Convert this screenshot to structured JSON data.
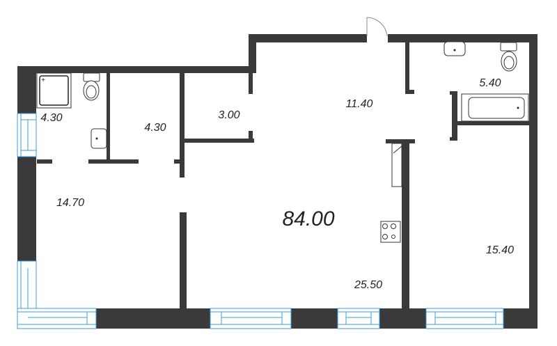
{
  "plan": {
    "total_area": "84.00",
    "rooms": [
      {
        "name": "bathroom-left",
        "area": "4.30"
      },
      {
        "name": "storage-left",
        "area": "4.30"
      },
      {
        "name": "closet",
        "area": "3.00"
      },
      {
        "name": "hallway",
        "area": "11.40"
      },
      {
        "name": "bathroom-right",
        "area": "5.40"
      },
      {
        "name": "bedroom-left",
        "area": "14.70"
      },
      {
        "name": "kitchen-living",
        "area": "25.50"
      },
      {
        "name": "bedroom-right",
        "area": "15.40"
      }
    ],
    "colors": {
      "wall": "#3a3a3a",
      "window": "#3b9be0",
      "background": "#ffffff"
    }
  }
}
